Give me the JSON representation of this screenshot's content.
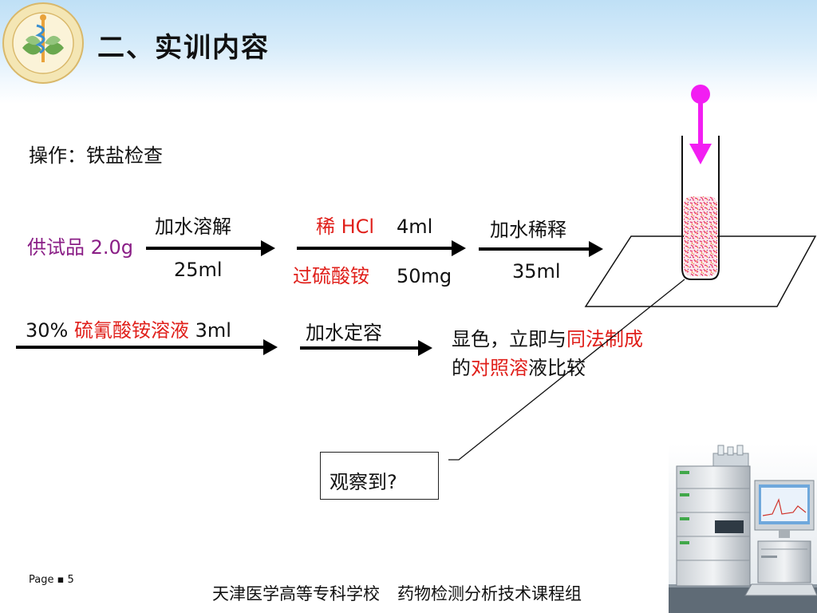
{
  "title": "二、实训内容",
  "operation": "操作：铁盐检查",
  "sample": "供试品 2.0g",
  "steps": {
    "dissolve_label": "加水溶解",
    "dissolve_amount": "25ml",
    "hcl_label": "稀 HCl",
    "hcl_amount": "4ml",
    "persulfate_label": "过硫酸铵",
    "persulfate_amount": "50mg",
    "dilute_label": "加水稀释",
    "dilute_amount": "35ml",
    "thiocyanate_pct": "30%",
    "thiocyanate_label": "硫氰酸铵溶液",
    "thiocyanate_amount": "3ml",
    "makeup_label": "加水定容"
  },
  "result": {
    "line1_a": "显色，立即与",
    "line1_b": "同法制成",
    "line2_a": "的",
    "line2_b": "对照溶",
    "line2_c": "液比较"
  },
  "observe": "观察到?",
  "footer": {
    "page": "Page ▪ 5",
    "school": "天津医学高等专科学校",
    "group": "药物检测分析技术课程组"
  },
  "colors": {
    "accent_red": "#e0201b",
    "accent_purple": "#8a1e86",
    "probe_magenta": "#f21ef2"
  },
  "icons": [
    "school-logo-icon",
    "test-tube-icon",
    "probe-arrow-icon",
    "hplc-instrument-icon"
  ]
}
